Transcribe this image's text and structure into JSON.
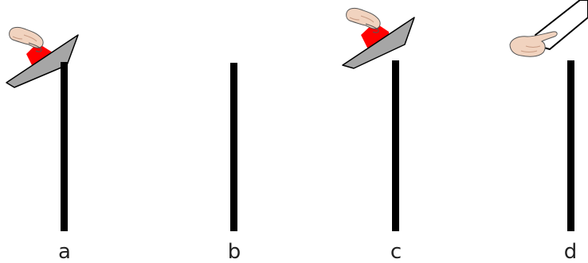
{
  "panels": [
    {
      "label": "a"
    },
    {
      "label": "b"
    },
    {
      "label": "c"
    },
    {
      "label": "d"
    }
  ],
  "colors": {
    "rod": "#000000",
    "plate_fill": "#a6a6a6",
    "plate_stroke": "#000000",
    "red_object": "#ff0000",
    "skin": "#f1d3bf",
    "skin_shadow": "#d9ab94",
    "sleeve": "#ffffff"
  },
  "icons": {
    "a": "hand-holding-red-block-on-plate",
    "c": "hand-holding-red-block-on-plate",
    "d": "hand-pointing-from-sleeve"
  }
}
